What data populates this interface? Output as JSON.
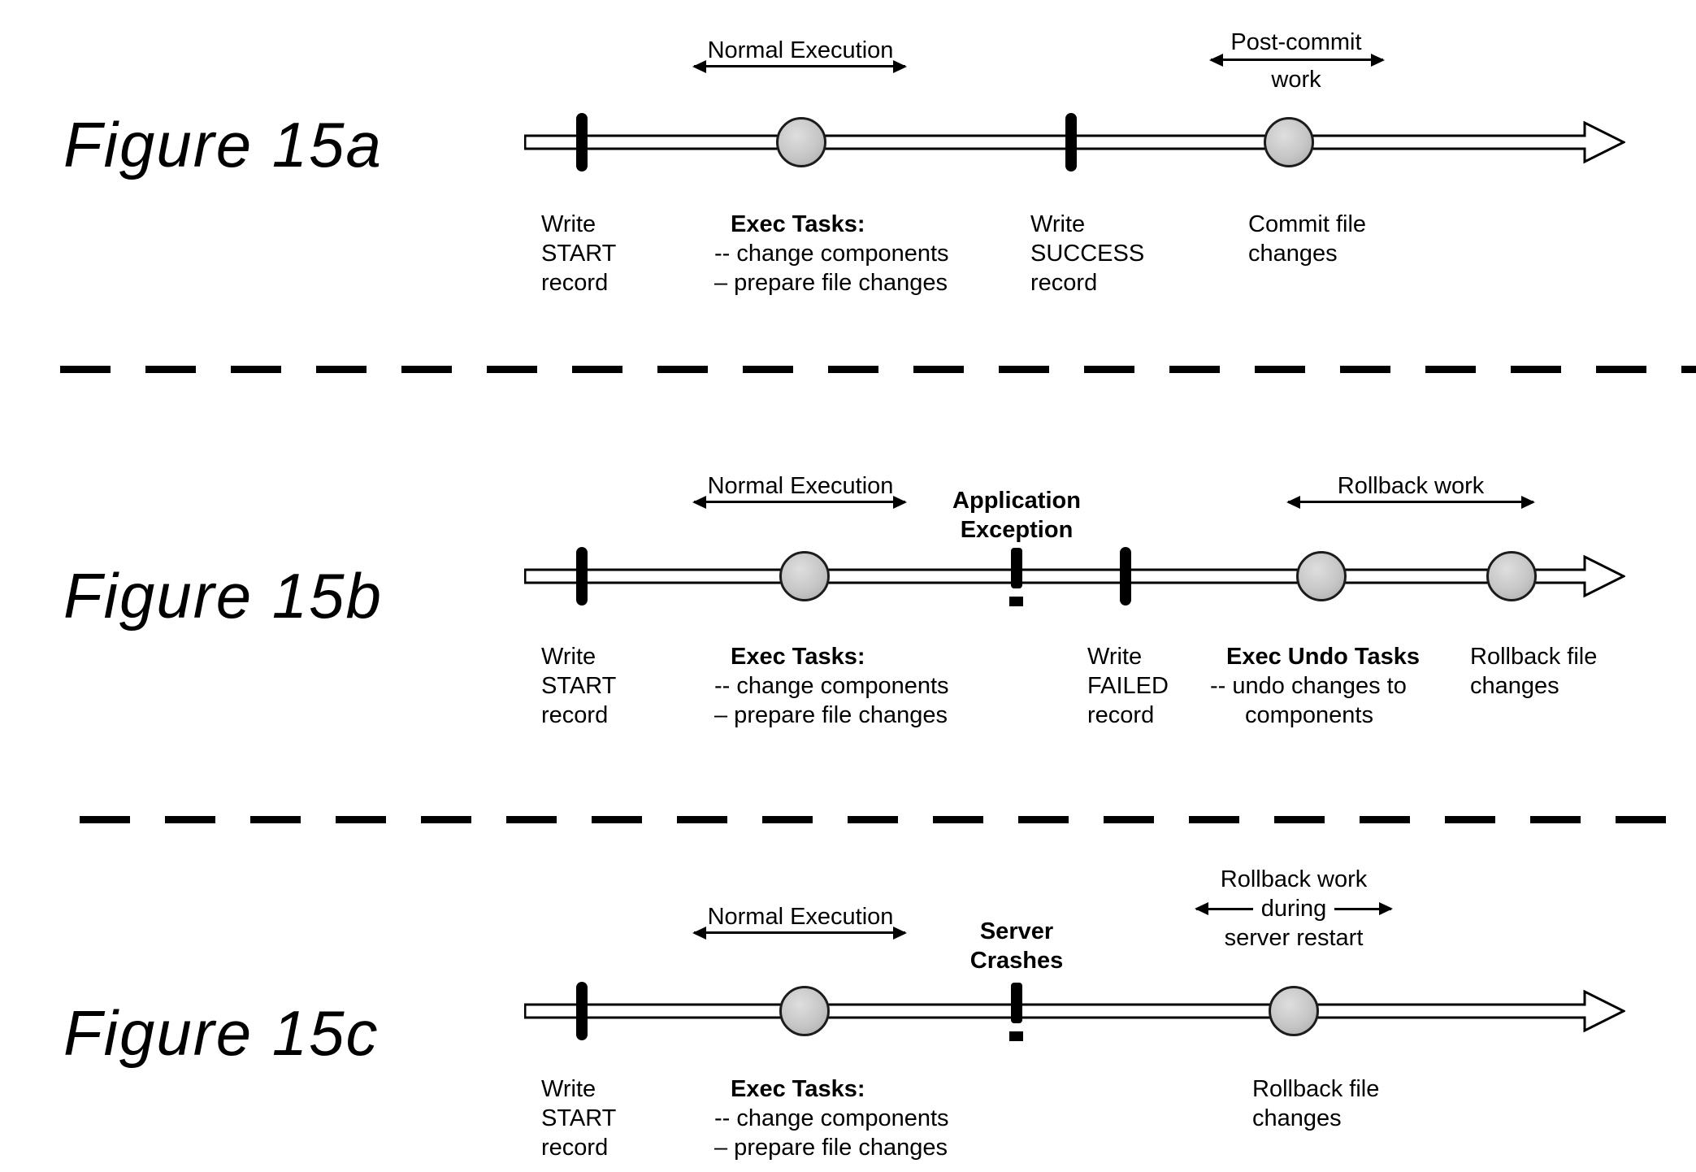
{
  "figure_a": {
    "title": "Figure 15a",
    "normal_execution": "Normal Execution",
    "post_commit": [
      "Post-commit",
      "work"
    ],
    "write_start": [
      "Write",
      "START",
      "record"
    ],
    "exec_tasks": {
      "heading": "Exec Tasks:",
      "items": [
        "-- change components",
        "– prepare file changes"
      ]
    },
    "write_success": [
      "Write",
      "SUCCESS",
      "record"
    ],
    "commit_file": [
      "Commit file",
      "changes"
    ]
  },
  "figure_b": {
    "title": "Figure 15b",
    "normal_execution": "Normal Execution",
    "application_exception": [
      "Application",
      "Exception"
    ],
    "rollback_work": "Rollback work",
    "write_start": [
      "Write",
      "START",
      "record"
    ],
    "exec_tasks": {
      "heading": "Exec Tasks:",
      "items": [
        "-- change components",
        "– prepare file changes"
      ]
    },
    "write_failed": [
      "Write",
      "FAILED",
      "record"
    ],
    "exec_undo": {
      "heading": "Exec Undo Tasks",
      "items": [
        "-- undo changes to",
        "components"
      ]
    },
    "rollback_file": [
      "Rollback file",
      "changes"
    ]
  },
  "figure_c": {
    "title": "Figure 15c",
    "normal_execution": "Normal Execution",
    "server_crashes": [
      "Server",
      "Crashes"
    ],
    "rollback_restart": [
      "Rollback work",
      "during",
      "server restart"
    ],
    "write_start": [
      "Write",
      "START",
      "record"
    ],
    "exec_tasks": {
      "heading": "Exec Tasks:",
      "items": [
        "-- change components",
        "– prepare file changes"
      ]
    },
    "rollback_file": [
      "Rollback file",
      "changes"
    ]
  }
}
